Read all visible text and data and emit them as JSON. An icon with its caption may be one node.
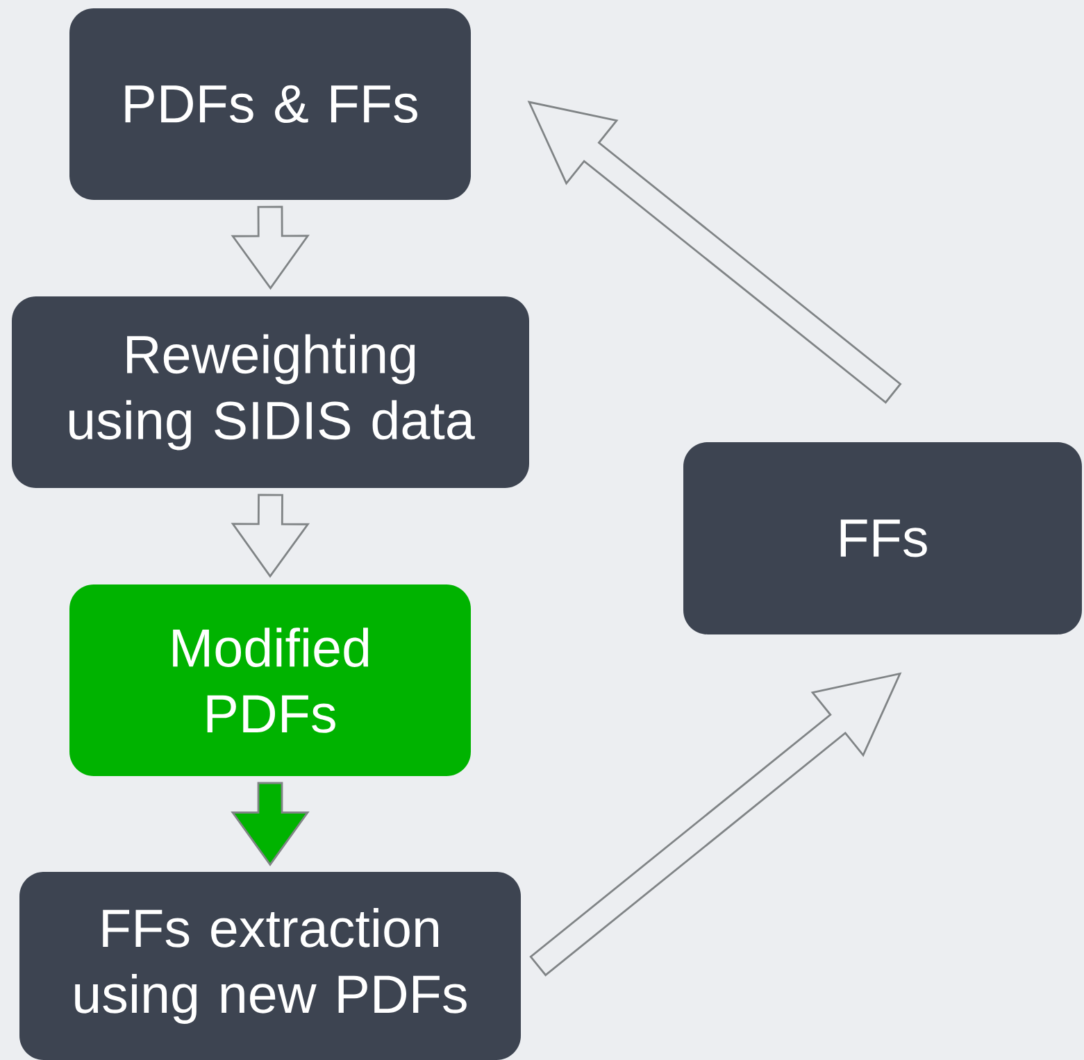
{
  "diagram": {
    "nodes": [
      {
        "text": [
          "PDFs & FFs"
        ]
      },
      {
        "text": [
          "Reweighting using SIDIS data"
        ]
      },
      {
        "text": [
          "Modified PDFs"
        ]
      },
      {
        "text": [
          "FFs extraction using new PDFs"
        ]
      },
      {
        "text": [
          "FFs"
        ]
      }
    ],
    "edges": [
      {
        "from": 0,
        "to": 1,
        "arrow": "to"
      },
      {
        "from": 1,
        "to": 2,
        "arrow": "to"
      },
      {
        "from": 2,
        "to": 3,
        "arrow": "to",
        "color": "#00b300"
      },
      {
        "from": 3,
        "to": 4,
        "arrow": "to"
      },
      {
        "from": 4,
        "to": 0,
        "arrow": "to"
      }
    ]
  }
}
